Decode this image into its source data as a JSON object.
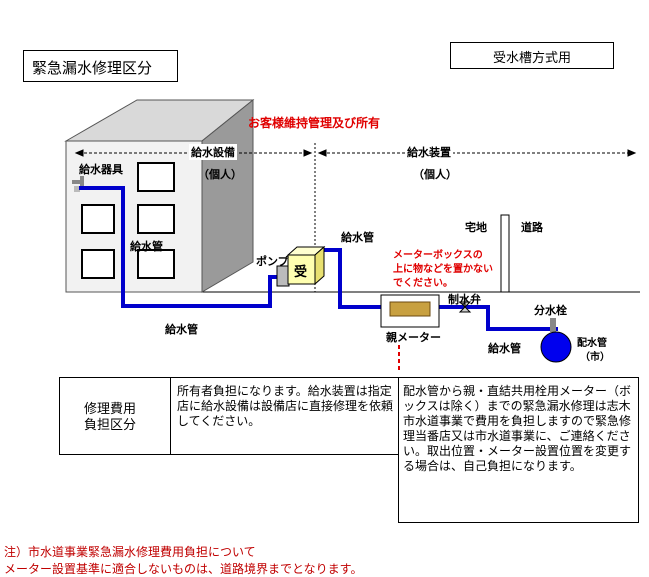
{
  "header": {
    "title": "緊急漏水修理区分",
    "system_type": "受水槽方式用"
  },
  "diagram": {
    "ownership_note": "お客様維持管理及び所有",
    "water_equipment": "給水設備",
    "individual_1": "（個人）",
    "water_device": "給水装置",
    "individual_2": "（個人）",
    "fixture": "給水器具",
    "pipe_label_building": "給水管",
    "pipe_label_bottom": "給水管",
    "pipe_label_upper": "給水管",
    "pipe_label_right": "給水管",
    "pump": "ポンプ",
    "tank": "受",
    "residential": "宅地",
    "road": "道路",
    "meter_box_warning_1": "メーターボックスの",
    "meter_box_warning_2": "上に物などを置かない",
    "meter_box_warning_3": "でください。",
    "stop_valve": "制水弁",
    "branch_tap": "分水栓",
    "main_meter": "親メーター",
    "distribution_pipe": "配水管",
    "city": "（市）"
  },
  "table": {
    "heading_line1": "修理費用",
    "heading_line2": "負担区分",
    "owner_cost": "所有者負担になります。給水装置は指定店に給水設備は設備店に直接修理を依頼してください。",
    "city_cost": "配水管から親・直結共用栓用メーター（ボックスは除く）までの緊急漏水修理は志木市水道事業で費用を負担しますので緊急修理当番店又は市水道事業に、ご連絡ください。取出位置・メーター設置位置を変更する場合は、自己負担になります。"
  },
  "footnote": {
    "line1": "注）市水道事業緊急漏水修理費用負担について",
    "line2": "メーター設置基準に適合しないものは、道路境界までとなります。"
  },
  "colors": {
    "pipe": "#0000cc",
    "warning": "#e00000",
    "building_front": "#f2f2f2",
    "building_side": "#9a9a9a",
    "tank": "#ffffb0"
  }
}
